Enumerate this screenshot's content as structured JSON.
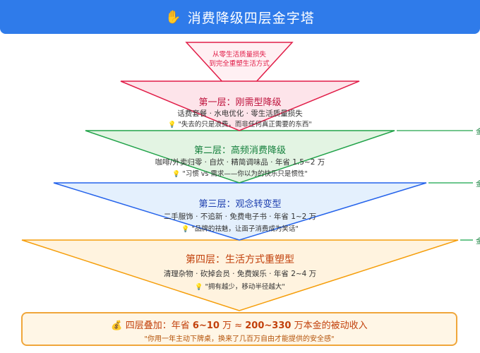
{
  "header": {
    "icon": "raised-hand-icon",
    "title": "消费降级四层金字塔"
  },
  "apex": {
    "line1": "从零生活质量损失",
    "line2": "到完全重塑生活方式"
  },
  "layers": [
    {
      "title": "第一层：刚需型降级",
      "subtitle": "话费套餐 · 水电优化 · 零生活质量损失",
      "quote": "\"失去的只是浪费，而非任何真正需要的东西\"",
      "color": "#e11d48"
    },
    {
      "title": "第二层：高频消费降级",
      "subtitle": "咖啡/外卖归零 · 自炊 · 精简调味品 · 年省 1.5~2 万",
      "quote": "\"习惯 vs 需求——你以为的快乐只是惯性\"",
      "color": "#16a34a"
    },
    {
      "title": "第三层：观念转变型",
      "subtitle": "二手服饰 · 不追新 · 免费电子书 · 年省 1~2 万",
      "quote": "\"品牌的祛魅，让面子消费成为笑话\"",
      "color": "#1d4ed8"
    },
    {
      "title": "第四层：生活方式重塑型",
      "subtitle": "清理杂物 · 砍掉会员 · 免费娱乐 · 年省 2~4 万",
      "quote": "\"拥有越少，移动半径越大\"",
      "color": "#ea580c"
    }
  ],
  "summary": {
    "icon": "money-bag-icon",
    "prefix": "四层叠加：年省",
    "amount1": "6~10",
    "mid": "万 ≈",
    "amount2": "200~330",
    "suffix": "万本金的被动收入",
    "quote": "\"你用一年主动下牌桌，换来了几百万自由才能提供的安全感\""
  },
  "edge_labels": [
    "金",
    "金",
    "金"
  ]
}
